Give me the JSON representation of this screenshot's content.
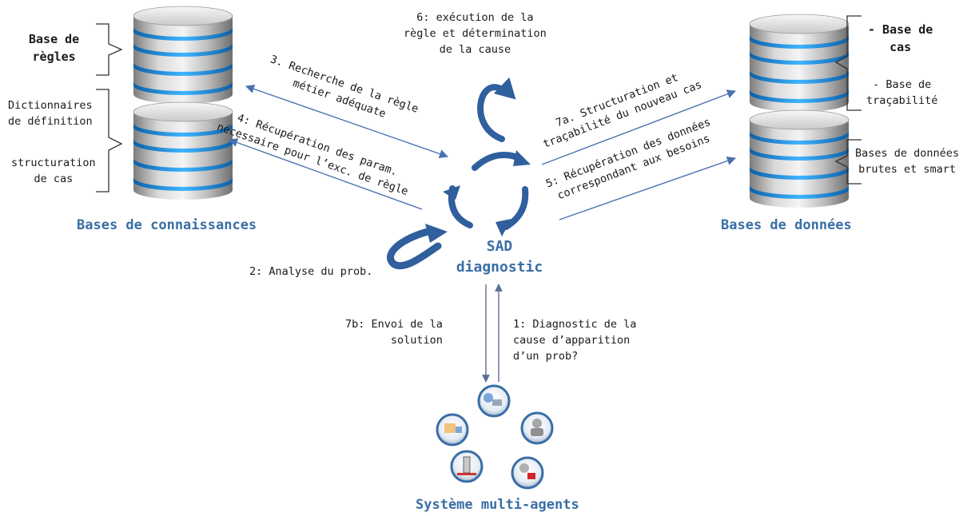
{
  "knowledge": {
    "title": "Bases de connaissances",
    "rules_label": "Base de\nrègles",
    "dict_label": "Dictionnaires\nde définition",
    "struct_label": "structuration\nde cas"
  },
  "data": {
    "title": "Bases de données",
    "cases_label": "- Base de\ncas",
    "trace_label": "- Base de\ntraçabilité",
    "raw_label": "Bases de données\nbrutes et smart"
  },
  "center": {
    "title": "SAD\ndiagnostic"
  },
  "agents": {
    "title": "Système multi-agents"
  },
  "steps": {
    "s1": "1: Diagnostic de la\ncause d’apparition\nd’un prob?",
    "s2": "2: Analyse du prob.",
    "s3": "3. Recherche de la règle\nmétier adéquate",
    "s4": "4: Récupération des param.\nnécessaire pour l’exc. de règle",
    "s5": "5: Récupération des données\ncorrespondant aux besoins",
    "s6": "6: exécution de la\nrègle et détermination\nde la cause",
    "s7a": "7a. Structuration et\ntraçabilité du nouveau cas",
    "s7b": "7b: Envoi de la\nsolution"
  },
  "colors": {
    "accent": "#3a6ea5",
    "cycle": "#2f5f9c",
    "arrow": "#4a72b0",
    "db_band": "#1e8fd8"
  }
}
